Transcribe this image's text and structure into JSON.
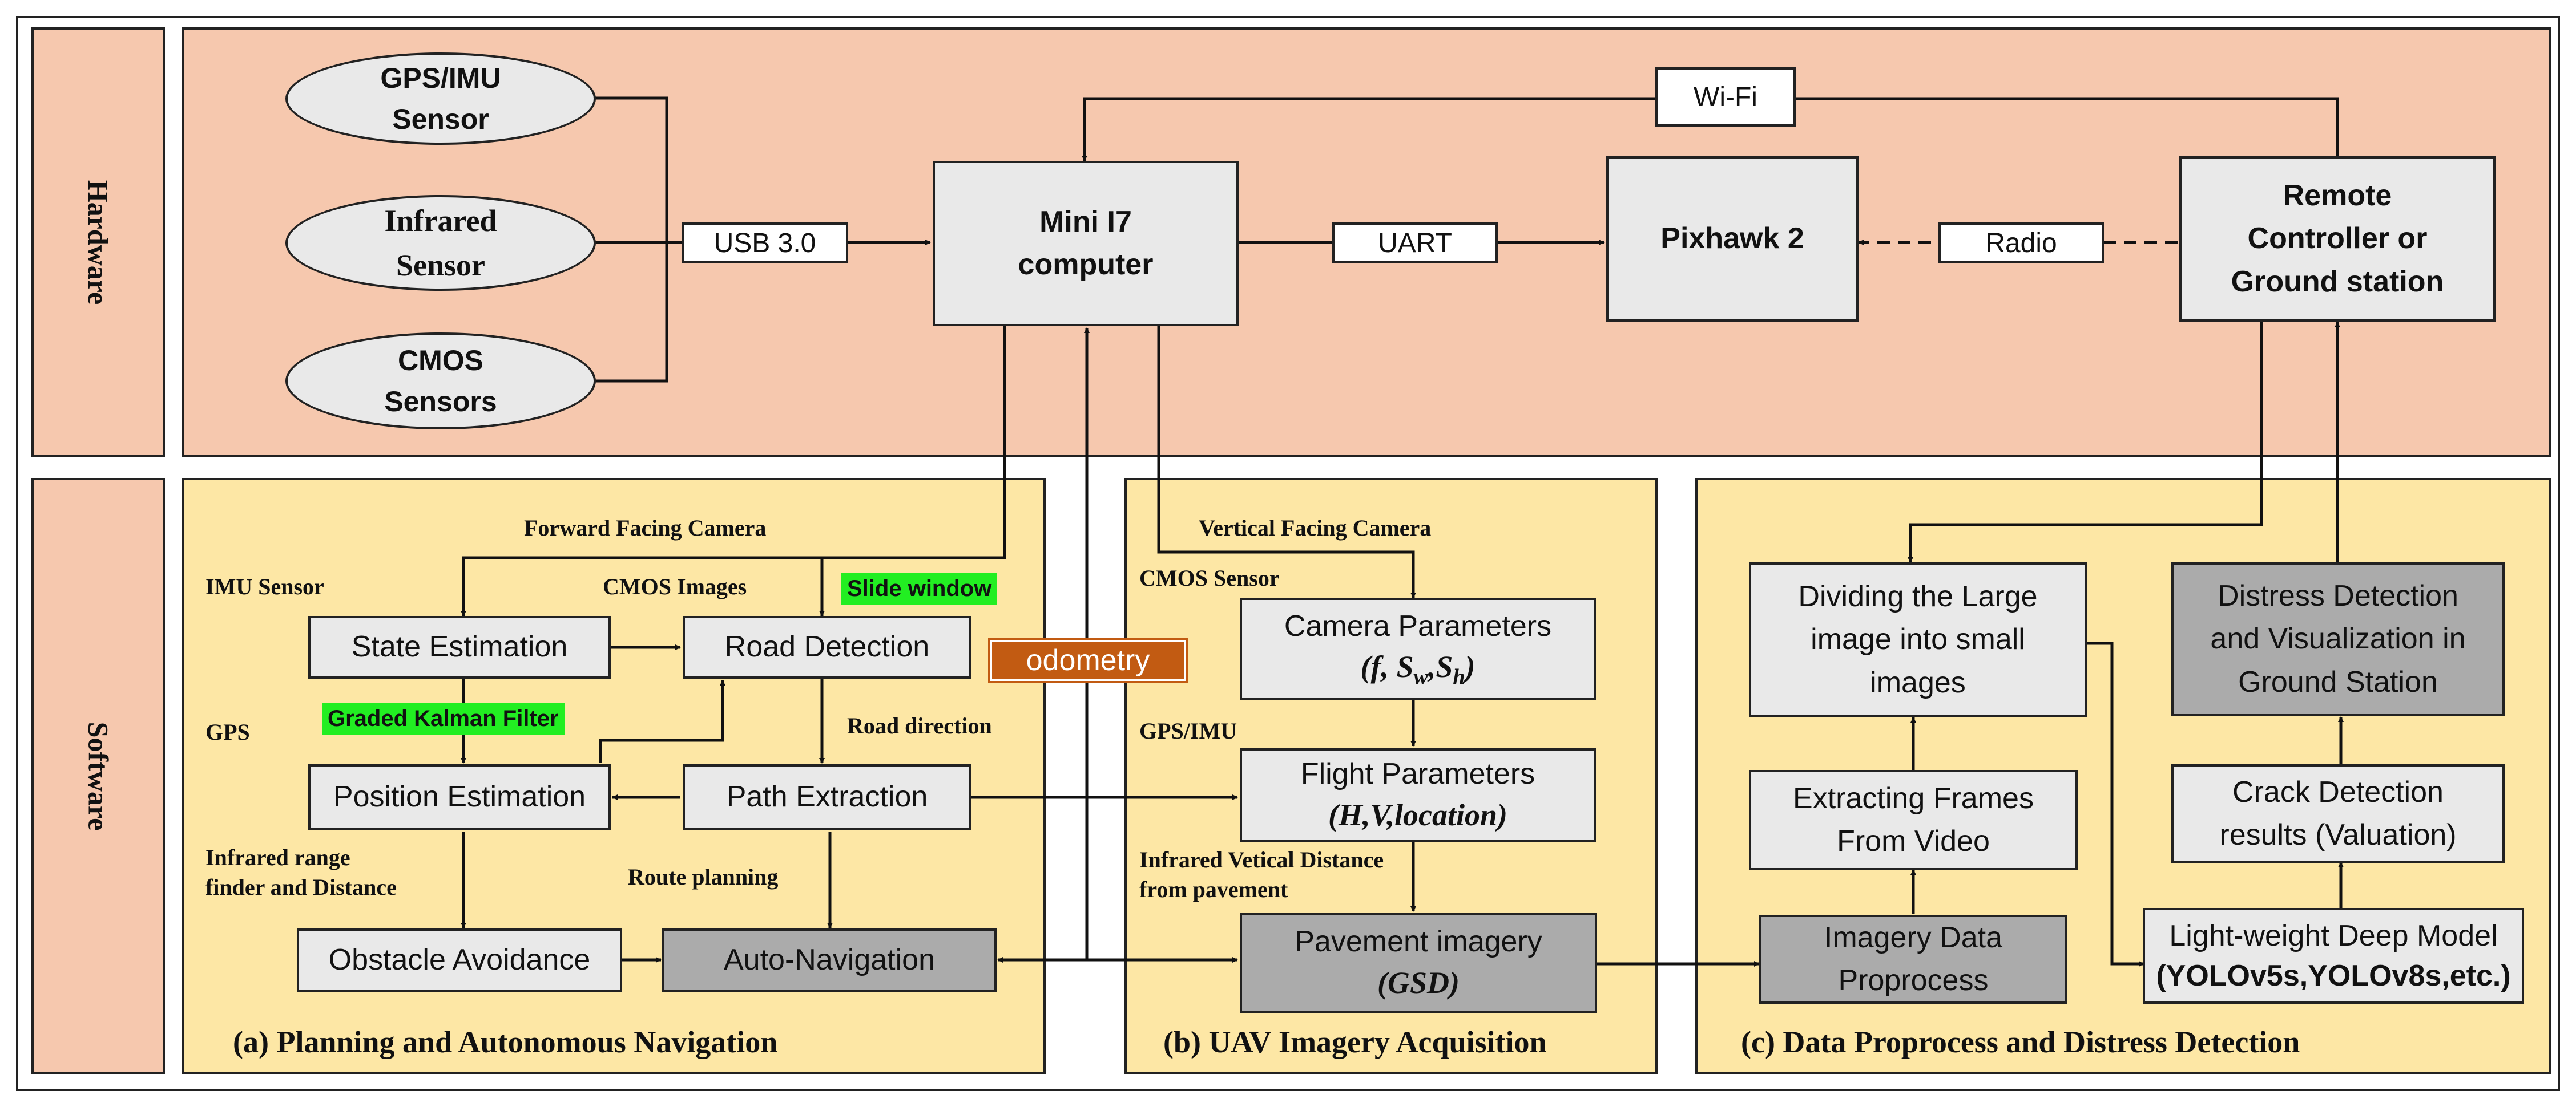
{
  "bands": {
    "hardware": "Hardware",
    "software": "Software"
  },
  "hardware": {
    "gps_imu_sensor": "GPS/IMU\nSensor",
    "infrared_sensor": "Infrared\nSensor",
    "cmos_sensors": "CMOS\nSensors",
    "usb": "USB 3.0",
    "mini_computer": "Mini I7\ncomputer",
    "uart": "UART",
    "pixhawk": "Pixhawk 2",
    "radio": "Radio",
    "remote": "Remote\nController or\nGround station",
    "wifi": "Wi-Fi"
  },
  "panel_a": {
    "title": "(a) Planning and Autonomous Navigation",
    "forward_camera": "Forward Facing  Camera",
    "imu_sensor": "IMU Sensor",
    "cmos_images": "CMOS Images",
    "slide_window": "Slide window",
    "state_estimation": "State Estimation",
    "road_detection": "Road Detection",
    "gps": "GPS",
    "graded_kalman": "Graded Kalman Filter",
    "road_direction": "Road direction",
    "position_estimation": "Position Estimation",
    "path_extraction": "Path Extraction",
    "infrared_range": "Infrared range\nfinder and Distance",
    "route_planning": "Route planning",
    "obstacle_avoidance": "Obstacle Avoidance",
    "auto_navigation": "Auto-Navigation"
  },
  "odometry": "odometry",
  "panel_b": {
    "title": "(b) UAV Imagery Acquisition",
    "vertical_camera": "Vertical  Facing  Camera",
    "cmos_sensor": "CMOS Sensor",
    "camera_parameters": "Camera Parameters",
    "cam_f": "f",
    "cam_s": "S",
    "cam_w": "w",
    "cam_h": "h",
    "gps_imu": "GPS/IMU",
    "flight_parameters": "Flight Parameters",
    "flight_formula": "H,V,location",
    "infrared_vertical": "Infrared Vetical Distance\nfrom pavement",
    "pavement_imagery": "Pavement imagery",
    "gsd": "GSD"
  },
  "panel_c": {
    "title": "(c) Data Proprocess and Distress Detection",
    "dividing": "Dividing the Large\nimage into small\nimages",
    "distress_detection": "Distress Detection\nand Visualization in\nGround Station",
    "extracting_frames": "Extracting Frames\nFrom Video",
    "crack_detection": "Crack Detection\nresults  (Valuation)",
    "imagery_proprocess": "Imagery Data\nProprocess",
    "deep_model": "Light-weight Deep Model",
    "deep_model_list": "(YOLOv5s,YOLOv8s,etc.)"
  }
}
